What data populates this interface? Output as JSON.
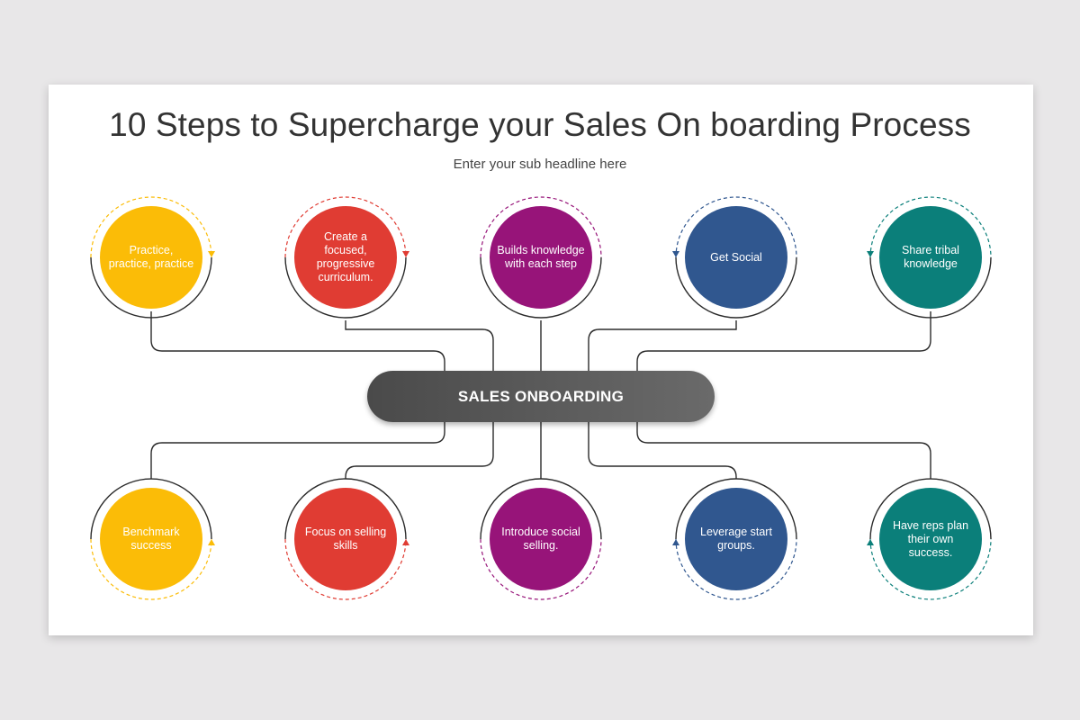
{
  "title": "10 Steps to Supercharge your Sales On boarding Process",
  "subtitle": "Enter your sub headline here",
  "center_label": "SALES ONBOARDING",
  "colors": {
    "yellow": "#fbbc07",
    "red": "#e03c33",
    "purple": "#971479",
    "blue": "#30578f",
    "teal": "#0b7f7a",
    "center": "#555555"
  },
  "steps": [
    {
      "label": "Practice, practice, practice",
      "color": "#fbbc07"
    },
    {
      "label": "Create a focused, progressive curriculum.",
      "color": "#e03c33"
    },
    {
      "label": "Builds knowledge with each step",
      "color": "#971479"
    },
    {
      "label": "Get Social",
      "color": "#30578f"
    },
    {
      "label": "Share tribal knowledge",
      "color": "#0b7f7a"
    },
    {
      "label": "Benchmark success",
      "color": "#fbbc07"
    },
    {
      "label": "Focus on selling skills",
      "color": "#e03c33"
    },
    {
      "label": "Introduce social selling.",
      "color": "#971479"
    },
    {
      "label": "Leverage start groups.",
      "color": "#30578f"
    },
    {
      "label": "Have reps plan their own success.",
      "color": "#0b7f7a"
    }
  ]
}
